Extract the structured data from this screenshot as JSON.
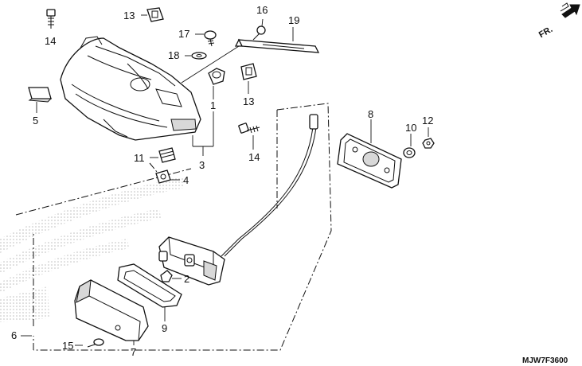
{
  "diagram_code": "MJW7F3600",
  "direction_label": "FR.",
  "callouts": {
    "c1": "1",
    "c2": "2",
    "c3": "3",
    "c4": "4",
    "c5": "5",
    "c6": "6",
    "c7": "7",
    "c8": "8",
    "c9": "9",
    "c10": "10",
    "c11": "11",
    "c12": "12",
    "c13a": "13",
    "c13b": "13",
    "c14a": "14",
    "c14b": "14",
    "c15": "15",
    "c16": "16",
    "c17": "17",
    "c18": "18",
    "c19": "19"
  },
  "icons": [
    "front-direction-arrow-icon"
  ],
  "colors": {
    "line": "#111111",
    "background": "#ffffff",
    "shade": "#d8d8d8",
    "watermark": "#c8c8c8"
  }
}
